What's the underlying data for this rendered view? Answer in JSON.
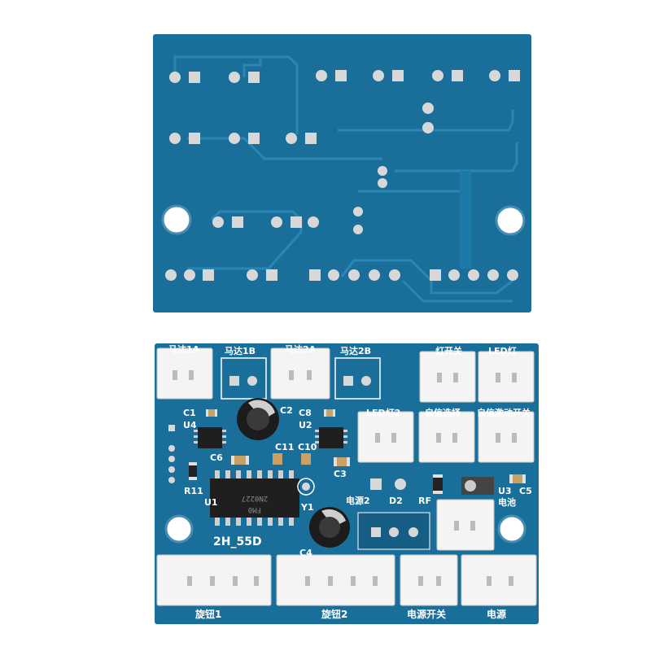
{
  "colors": {
    "pcb_blue": "#1a6f9a",
    "pcb_trace": "#1d7aa8",
    "pad_silver": "#d8d8d8",
    "connector_white": "#f4f4f4",
    "silkscreen": "#ffffff"
  },
  "top_board": {
    "description_icon": "pcb-back-side"
  },
  "bottom_board": {
    "model": "2H_55D",
    "labels": {
      "motor_1a": "马达1A",
      "motor_1b": "马达1B",
      "motor_2a": "马达2A",
      "motor_2b": "马达2B",
      "light_switch": "灯开关",
      "led_light": "LED灯",
      "led_light_2": "LED灯2",
      "auto_spin_select": "自信选择",
      "auto_start_switch": "自信激动开关",
      "power2": "电源2",
      "battery": "电池",
      "knob1": "旋钮1",
      "knob2": "旋钮2",
      "power_switch": "电源开关",
      "power": "电源"
    },
    "refs": {
      "c1": "C1",
      "u4": "U4",
      "c2": "C2",
      "c8": "C8",
      "u2": "U2",
      "c6": "C6",
      "c11": "C11",
      "c10": "C10",
      "c3": "C3",
      "r11": "R11",
      "u1": "U1",
      "y1": "Y1",
      "d2": "D2",
      "rf": "RF",
      "u3": "U3",
      "c5": "C5",
      "c4": "C4"
    },
    "ic_marking": {
      "line1": "FM0",
      "line2": "2N0227"
    }
  }
}
